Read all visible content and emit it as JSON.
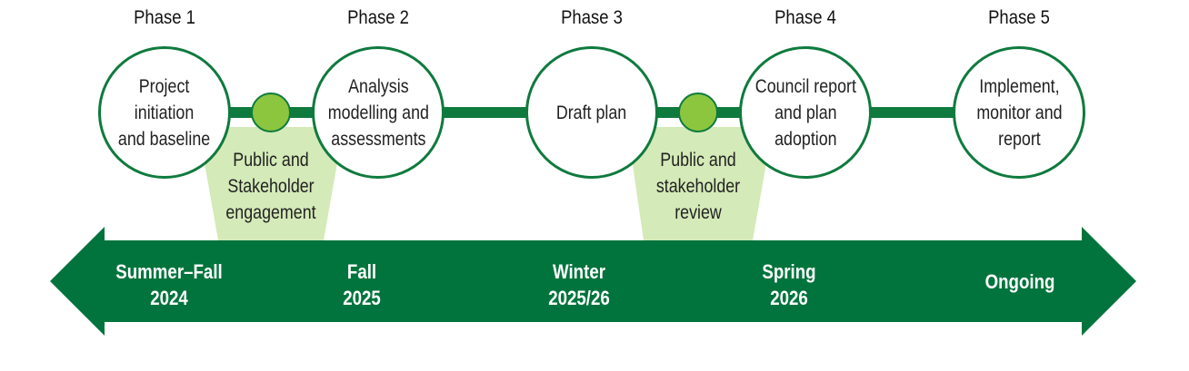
{
  "phases": [
    {
      "label": "Phase 1",
      "text": "Project\ninitiation\nand baseline"
    },
    {
      "label": "Phase 2",
      "text": "Analysis\nmodelling and\nassessments"
    },
    {
      "label": "Phase 3",
      "text": "Draft plan"
    },
    {
      "label": "Phase 4",
      "text": "Council report\nand plan\nadoption"
    },
    {
      "label": "Phase 5",
      "text": "Implement,\nmonitor and\nreport"
    }
  ],
  "engagements": [
    {
      "text": "Public and\nStakeholder\nengagement"
    },
    {
      "text": "Public and\nstakeholder\nreview"
    }
  ],
  "timeline": [
    {
      "text": "Summer–Fall\n2024"
    },
    {
      "text": "Fall\n2025"
    },
    {
      "text": "Winter\n2025/26"
    },
    {
      "text": "Spring\n2026"
    },
    {
      "text": "Ongoing"
    }
  ],
  "colors": {
    "dark_green": "#0f7a3e",
    "arrow_green": "#00743c",
    "light_green": "#8cc63f",
    "pale_green": "#d4eab8"
  }
}
